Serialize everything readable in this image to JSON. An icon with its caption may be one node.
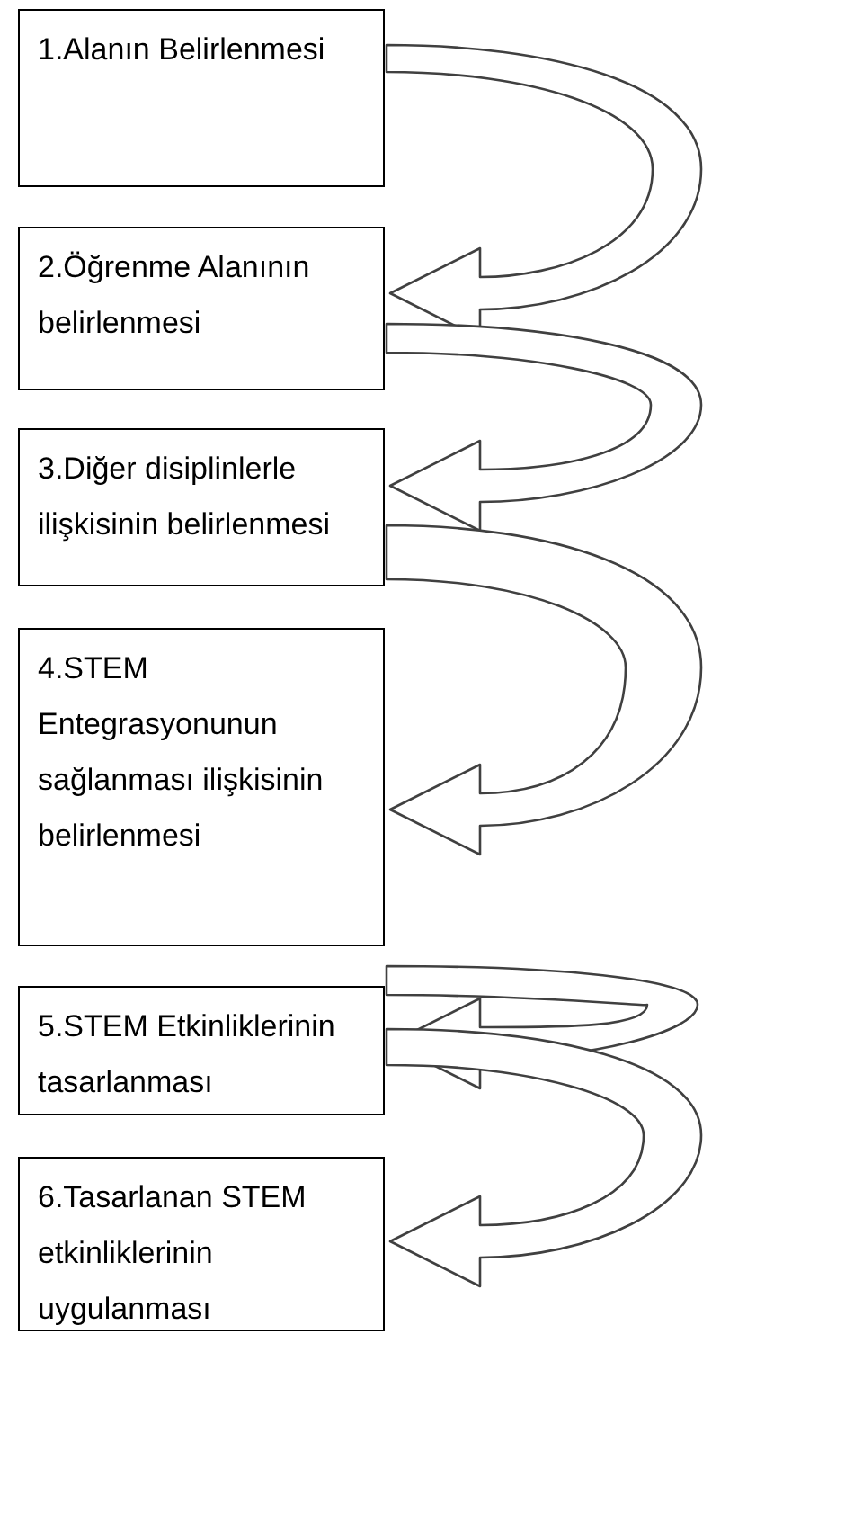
{
  "diagram": {
    "nodes": [
      {
        "text": [
          "1.Alanın Belirlenmesi"
        ]
      },
      {
        "text": [
          "2.Öğrenme Alanının belirlenmesi"
        ]
      },
      {
        "text": [
          "3.Diğer disiplinlerle ilişkisinin belirlenmesi"
        ]
      },
      {
        "text": [
          "4.STEM Entegrasyonunun sağlanması ilişkisinin belirlenmesi"
        ]
      },
      {
        "text": [
          "5.STEM Etkinliklerinin tasarlanması"
        ]
      },
      {
        "text": [
          "6.Tasarlanan STEM etkinliklerinin uygulanması"
        ]
      }
    ],
    "edges": [
      {
        "from": 0,
        "to": 1,
        "arrow": "to"
      },
      {
        "from": 1,
        "to": 2,
        "arrow": "to"
      },
      {
        "from": 2,
        "to": 3,
        "arrow": "to"
      },
      {
        "from": 3,
        "to": 4,
        "arrow": "to"
      },
      {
        "from": 4,
        "to": 5,
        "arrow": "to"
      }
    ]
  }
}
